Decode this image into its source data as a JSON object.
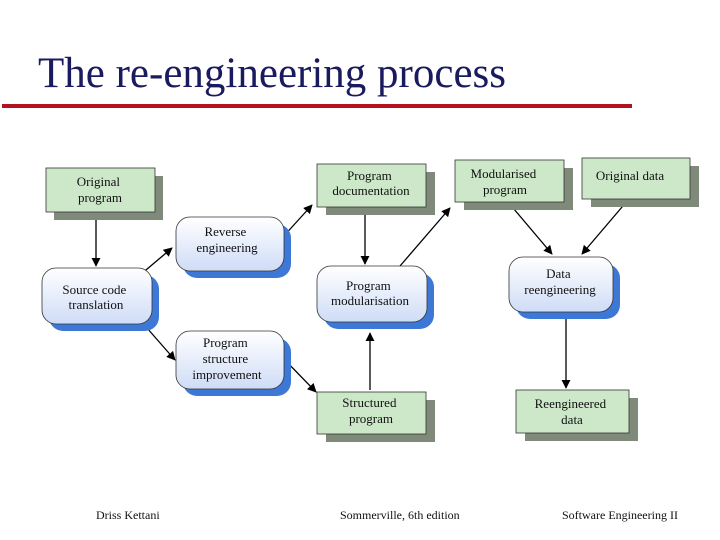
{
  "slide": {
    "title": "The re-engineering process"
  },
  "diagram": {
    "nodes": {
      "original_program": [
        "Original",
        "program"
      ],
      "source_translation": [
        "Source code",
        "translation"
      ],
      "reverse_engineering": [
        "Reverse",
        "engineering"
      ],
      "structure_improvement": [
        "Program",
        "structure",
        "improvement"
      ],
      "program_documentation": [
        "Program",
        "documentation"
      ],
      "program_modularisation": [
        "Program",
        "modularisation"
      ],
      "structured_program": [
        "Structured",
        "program"
      ],
      "modularised_program": [
        "Modularised",
        "program"
      ],
      "original_data": [
        "Original data"
      ],
      "data_reengineering": [
        "Data",
        "reengineering"
      ],
      "reengineered_data": [
        "Reengineered",
        "data"
      ]
    }
  },
  "footer": {
    "left": "Driss Kettani",
    "center": "Sommerville, 6th edition",
    "right": "Software Engineering II"
  },
  "colors": {
    "title": "#1a1a5e",
    "rule": "#b4121f",
    "data_box": "#cde8c9",
    "process_box": "#eef3ff",
    "shadow": "#7f8a7a",
    "process_shadow": "#3e78d6"
  }
}
